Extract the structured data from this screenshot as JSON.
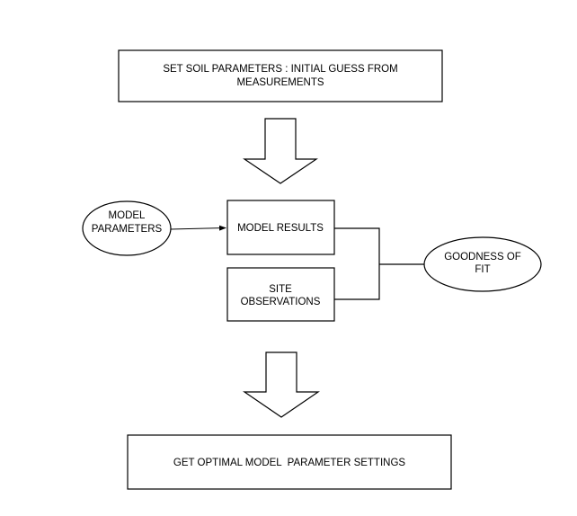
{
  "diagram": {
    "top_box": {
      "lines": [
        "SET SOIL PARAMETERS : INITIAL GUESS FROM",
        "MEASUREMENTS"
      ]
    },
    "model_parameters": {
      "lines": [
        "MODEL",
        "PARAMETERS"
      ]
    },
    "model_results": {
      "lines": [
        "MODEL RESULTS"
      ]
    },
    "site_observations": {
      "lines": [
        "SITE",
        "OBSERVATIONS"
      ]
    },
    "goodness_of_fit": {
      "lines": [
        "GOODNESS OF",
        "FIT"
      ]
    },
    "bottom_box": {
      "lines": [
        "GET OPTIMAL MODEL  PARAMETER SETTINGS"
      ]
    }
  },
  "colors": {
    "stroke": "#000000",
    "fill": "#ffffff"
  }
}
